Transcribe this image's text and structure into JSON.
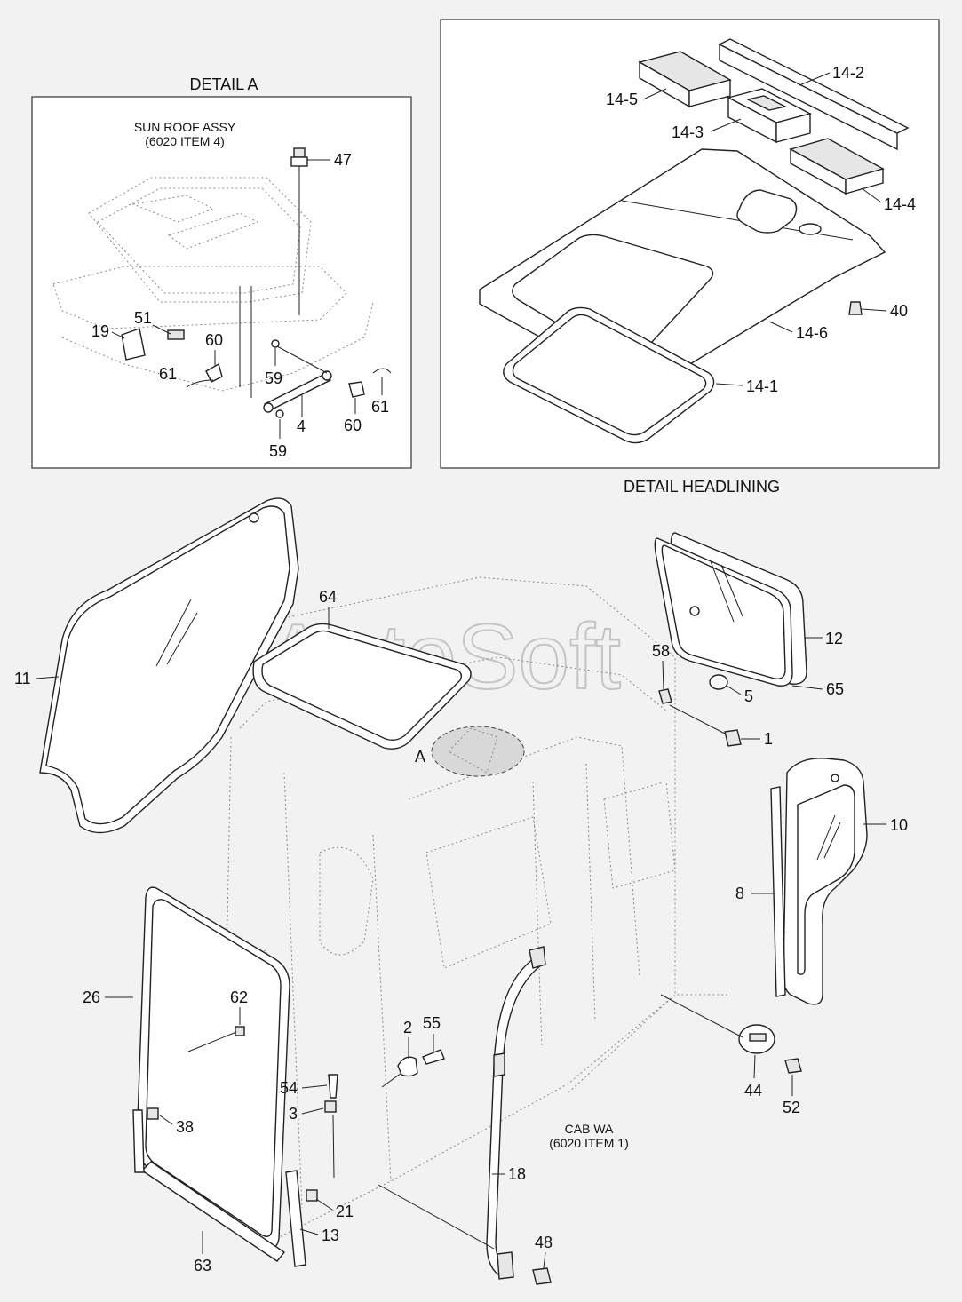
{
  "detail_a": {
    "title": "DETAIL A",
    "note_line1": "SUN ROOF ASSY",
    "note_line2": "(6020 ITEM 4)"
  },
  "detail_headlining": {
    "title": "DETAIL HEADLINING"
  },
  "main": {
    "cab_note_line1": "CAB WA",
    "cab_note_line2": "(6020 ITEM 1)",
    "detail_marker": "A",
    "watermark": "AutoSoft"
  },
  "labels": {
    "l47": "47",
    "l51": "51",
    "l19": "19",
    "l60a": "60",
    "l61a": "61",
    "l59a": "59",
    "l4": "4",
    "l60b": "60",
    "l61b": "61",
    "l59b": "59",
    "l14_2": "14-2",
    "l14_5": "14-5",
    "l14_3": "14-3",
    "l14_4": "14-4",
    "l40": "40",
    "l14_6": "14-6",
    "l14_1": "14-1",
    "l11": "11",
    "l64": "64",
    "l58": "58",
    "l12": "12",
    "l5": "5",
    "l65": "65",
    "l1": "1",
    "l10": "10",
    "l8": "8",
    "l26": "26",
    "l62": "62",
    "l2": "2",
    "l55": "55",
    "l54": "54",
    "l3": "3",
    "l38": "38",
    "l44": "44",
    "l52": "52",
    "l18": "18",
    "l21": "21",
    "l13": "13",
    "l63": "63",
    "l48": "48"
  },
  "colors": {
    "background": "#f2f2f2",
    "line": "#222222",
    "watermark": "#bdbdbd"
  }
}
